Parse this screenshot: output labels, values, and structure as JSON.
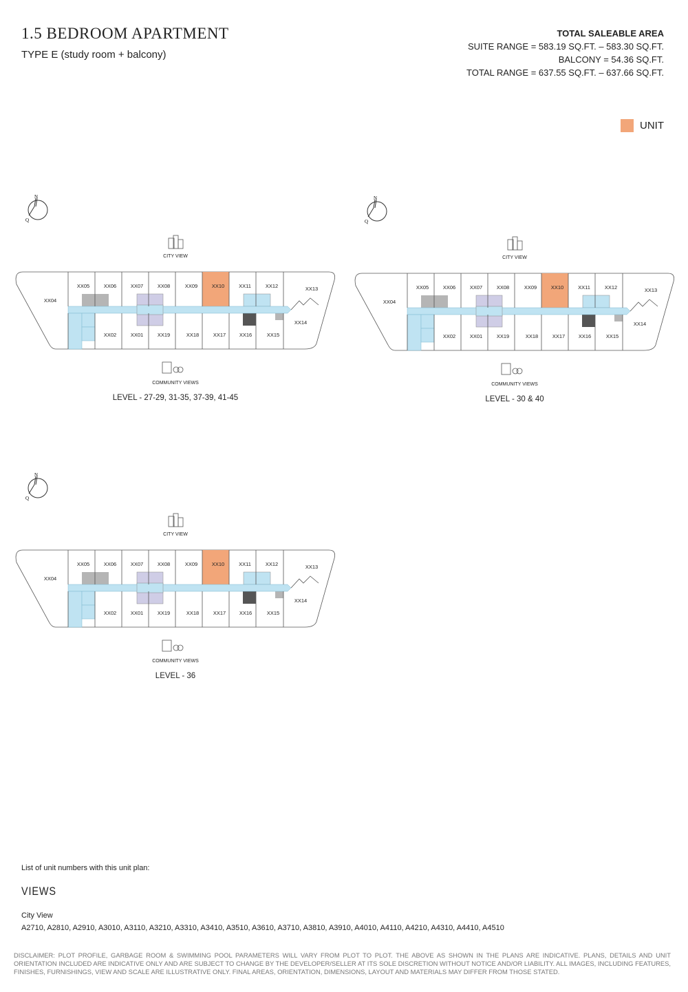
{
  "header": {
    "title": "1.5 BEDROOM APARTMENT",
    "subtitle": "TYPE E (study room + balcony)"
  },
  "areas": {
    "heading": "TOTAL SALEABLE AREA",
    "suite": "SUITE RANGE = 583.19 SQ.FT. – 583.30 SQ.FT.",
    "balcony": "BALCONY = 54.36 SQ.FT.",
    "total": "TOTAL RANGE = 637.55 SQ.FT. – 637.66 SQ.FT."
  },
  "legend": {
    "label": "UNIT",
    "color": "#f2a679"
  },
  "plan_common": {
    "city_view": "CITY VIEW",
    "community_views": "COMMUNITY VIEWS",
    "compass_n": "N",
    "compass_q": "Q",
    "units": [
      "XX04",
      "XX05",
      "XX06",
      "XX07",
      "XX08",
      "XX09",
      "XX10",
      "XX11",
      "XX12",
      "XX13",
      "XX14",
      "XX15",
      "XX16",
      "XX17",
      "XX18",
      "XX19",
      "XX01",
      "XX02"
    ],
    "highlight": "XX10"
  },
  "plans": [
    {
      "level": "LEVEL - 27-29, 31-35, 37-39, 41-45"
    },
    {
      "level": "LEVEL - 30 & 40"
    },
    {
      "level": "LEVEL - 36"
    }
  ],
  "list": {
    "intro": "List of unit numbers with this unit plan:",
    "views_heading": "VIEWS",
    "city_view_heading": "City View",
    "city_view_units": "A2710, A2810, A2910, A3010, A3110, A3210, A3310, A3410, A3510, A3610, A3710, A3810, A3910, A4010, A4110, A4210, A4310, A4410, A4510"
  },
  "disclaimer": "DISCLAIMER: PLOT PROFILE, GARBAGE ROOM & SWIMMING POOL PARAMETERS WILL VARY FROM PLOT TO PLOT. THE ABOVE AS SHOWN IN THE PLANS ARE INDICATIVE. PLANS, DETAILS AND UNIT ORIENTATION INCLUDED ARE INDICATIVE ONLY AND ARE SUBJECT TO CHANGE BY THE DEVELOPER/SELLER AT ITS SOLE DISCRETION WITHOUT NOTICE AND/OR LIABILITY. ALL IMAGES, INCLUDING FEATURES, FINISHES, FURNISHINGS, VIEW AND SCALE ARE ILLUSTRATIVE ONLY. FINAL AREAS, ORIENTATION, DIMENSIONS, LAYOUT AND MATERIALS MAY DIFFER FROM THOSE STATED."
}
